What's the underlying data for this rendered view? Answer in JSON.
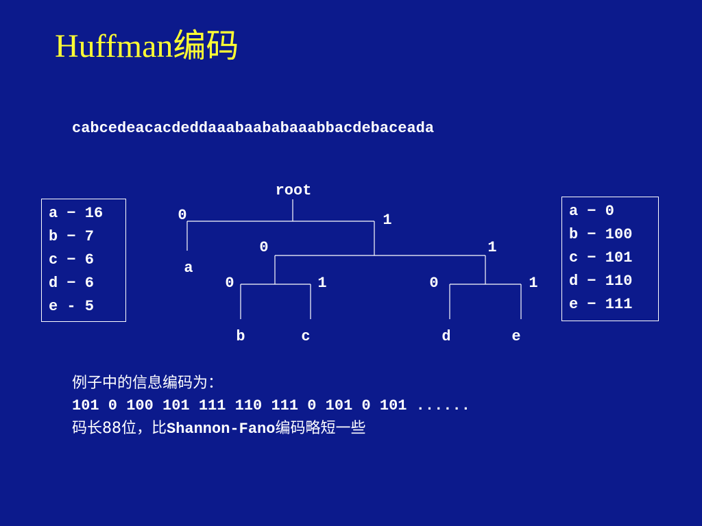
{
  "slide": {
    "title": "Huffman编码",
    "sequence": "cabcedeacacdeddaaabaababaaabbacdebaceada"
  },
  "frequency_table": {
    "rows": [
      "a − 16",
      "b − 7",
      "c − 6",
      "d − 6",
      "e - 5"
    ]
  },
  "code_table": {
    "rows": [
      "a − 0",
      "b − 100",
      "c − 101",
      "d − 110",
      "e − 111"
    ]
  },
  "tree": {
    "root_label": "root",
    "edge_labels": {
      "root_left": "0",
      "root_right": "1",
      "n1_left": "0",
      "n1_right": "1",
      "n2_left": "0",
      "n2_right": "1",
      "n3_left": "0",
      "n3_right": "1"
    },
    "leaves": {
      "a": "a",
      "b": "b",
      "c": "c",
      "d": "d",
      "e": "e"
    }
  },
  "notes": {
    "line1": "例子中的信息编码为：",
    "line2": "101 0 100 101 111 110 111 0 101 0 101 ......",
    "line3_part1": "码长88位，比",
    "line3_part2": "Shannon-Fano",
    "line3_part3": "编码略短一些"
  },
  "colors": {
    "background": "#0c1a8c",
    "title": "#ffff33",
    "text": "#ffffff"
  }
}
